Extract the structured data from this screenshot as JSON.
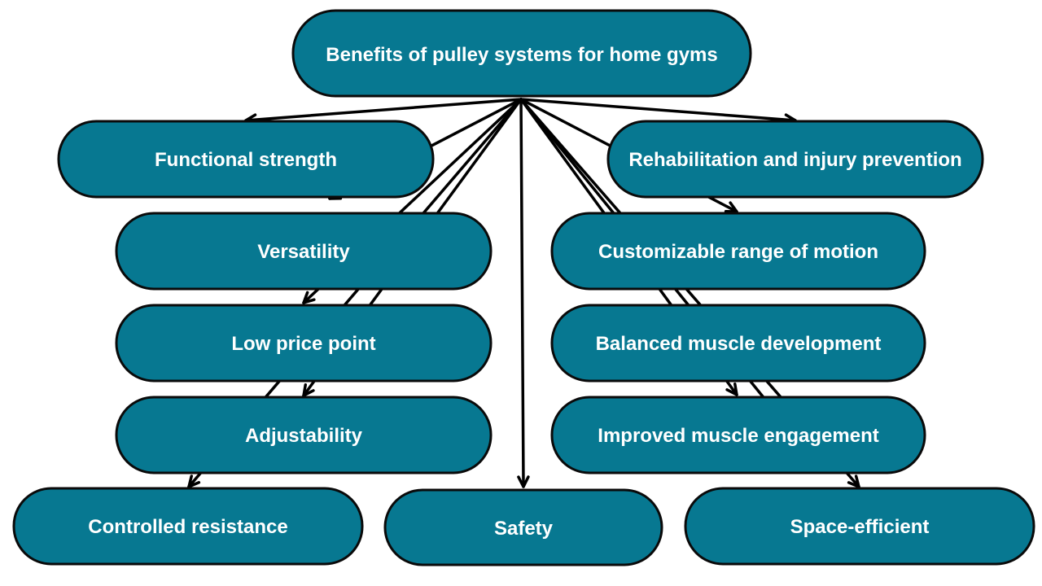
{
  "colors": {
    "node_fill": "#077891",
    "node_stroke": "#0a0a0a",
    "text": "#ffffff",
    "edge": "#000000"
  },
  "root": {
    "label": "Benefits of pulley systems for home gyms"
  },
  "benefits": [
    {
      "id": "functional-strength",
      "label": "Functional strength"
    },
    {
      "id": "rehabilitation",
      "label": "Rehabilitation and injury prevention"
    },
    {
      "id": "versatility",
      "label": "Versatility"
    },
    {
      "id": "customizable-rom",
      "label": "Customizable range of motion"
    },
    {
      "id": "low-price-point",
      "label": "Low price point"
    },
    {
      "id": "balanced-muscle",
      "label": "Balanced muscle development"
    },
    {
      "id": "adjustability",
      "label": "Adjustability"
    },
    {
      "id": "improved-engagement",
      "label": "Improved muscle engagement"
    },
    {
      "id": "controlled-resistance",
      "label": "Controlled resistance"
    },
    {
      "id": "safety",
      "label": "Safety"
    },
    {
      "id": "space-efficient",
      "label": "Space-efficient"
    }
  ]
}
